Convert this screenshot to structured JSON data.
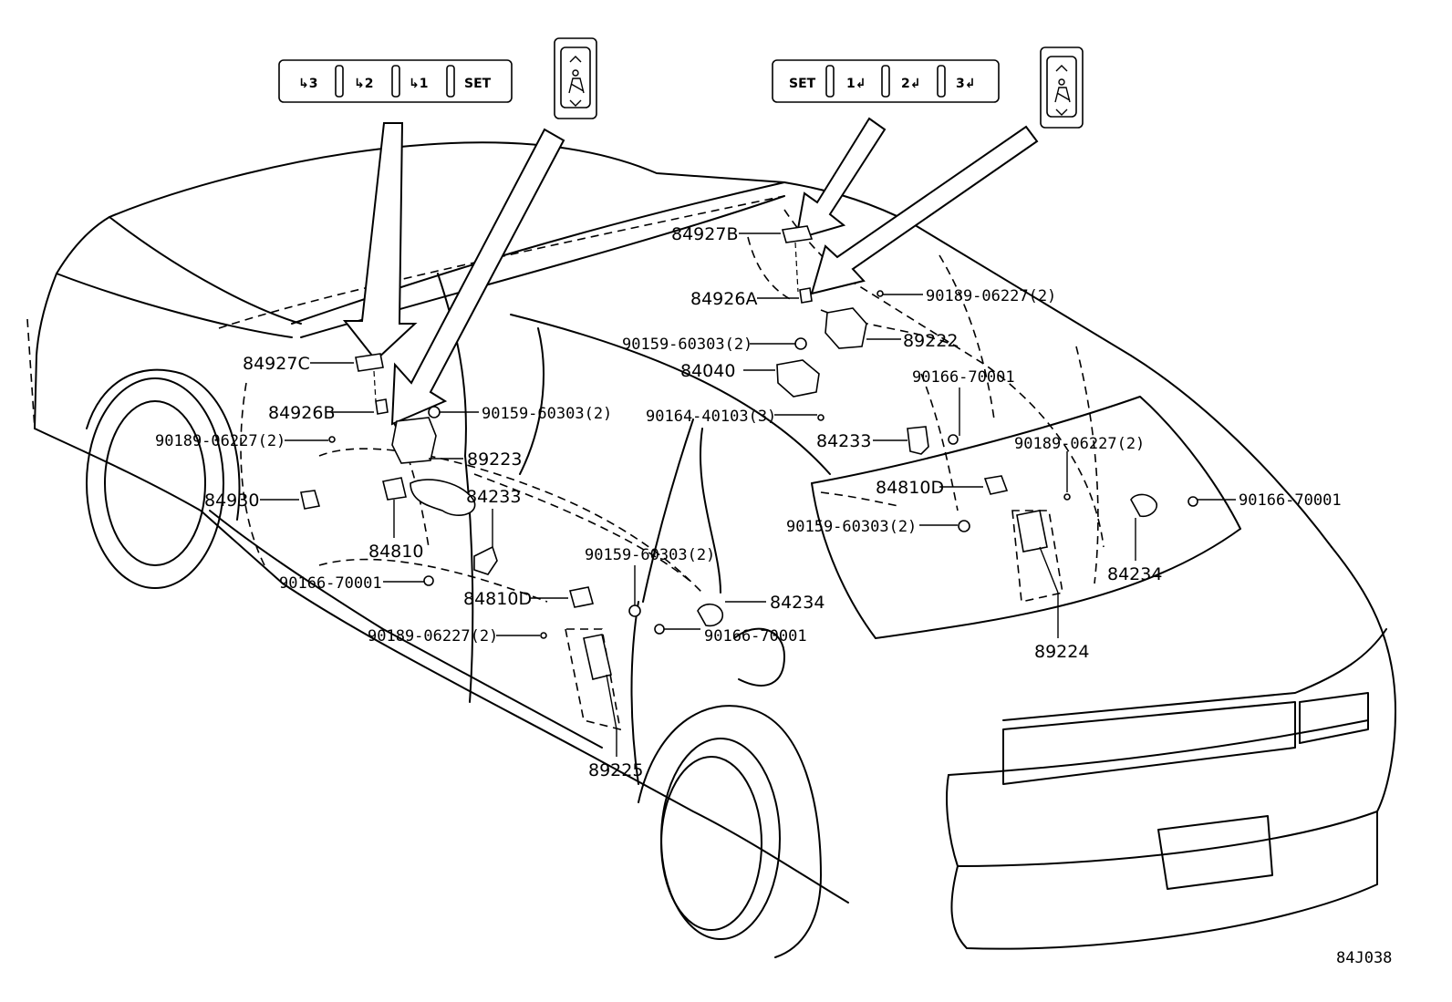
{
  "diagram_id": "84J038",
  "switch_panels": {
    "left_memory": [
      "↳3",
      "↳2",
      "↳1",
      "SET"
    ],
    "right_memory": [
      "SET",
      "1↲",
      "2↲",
      "3↲"
    ],
    "left_belt_icon": "seatbelt-adjust-icon",
    "right_belt_icon": "seatbelt-adjust-icon"
  },
  "labels": {
    "p84927B": "84927B",
    "p84926A": "84926A",
    "p90189_r1": "90189-06227(2)",
    "p90159_r1": "90159-60303(2)",
    "p89222": "89222",
    "p84040": "84040",
    "p90166_r1": "90166-70001",
    "p90164": "90164-40103(3)",
    "p84233_r": "84233",
    "p90189_r2": "90189-06227(2)",
    "p84810D_r": "84810D",
    "p90166_r2": "90166-70001",
    "p90159_r2": "90159-60303(2)",
    "p84234_r": "84234",
    "p89224": "89224",
    "p84927C": "84927C",
    "p84926B": "84926B",
    "p90159_l1": "90159-60303(2)",
    "p90189_l1": "90189-06227(2)",
    "p89223": "89223",
    "p84930": "84930",
    "p84233_l": "84233",
    "p84810": "84810",
    "p90166_l1": "90166-70001",
    "p84810D_l": "84810D",
    "p90159_l2": "90159-60303(2)",
    "p84234_l": "84234",
    "p90189_l2": "90189-06227(2)",
    "p90166_l2": "90166-70001",
    "p89225": "89225"
  }
}
